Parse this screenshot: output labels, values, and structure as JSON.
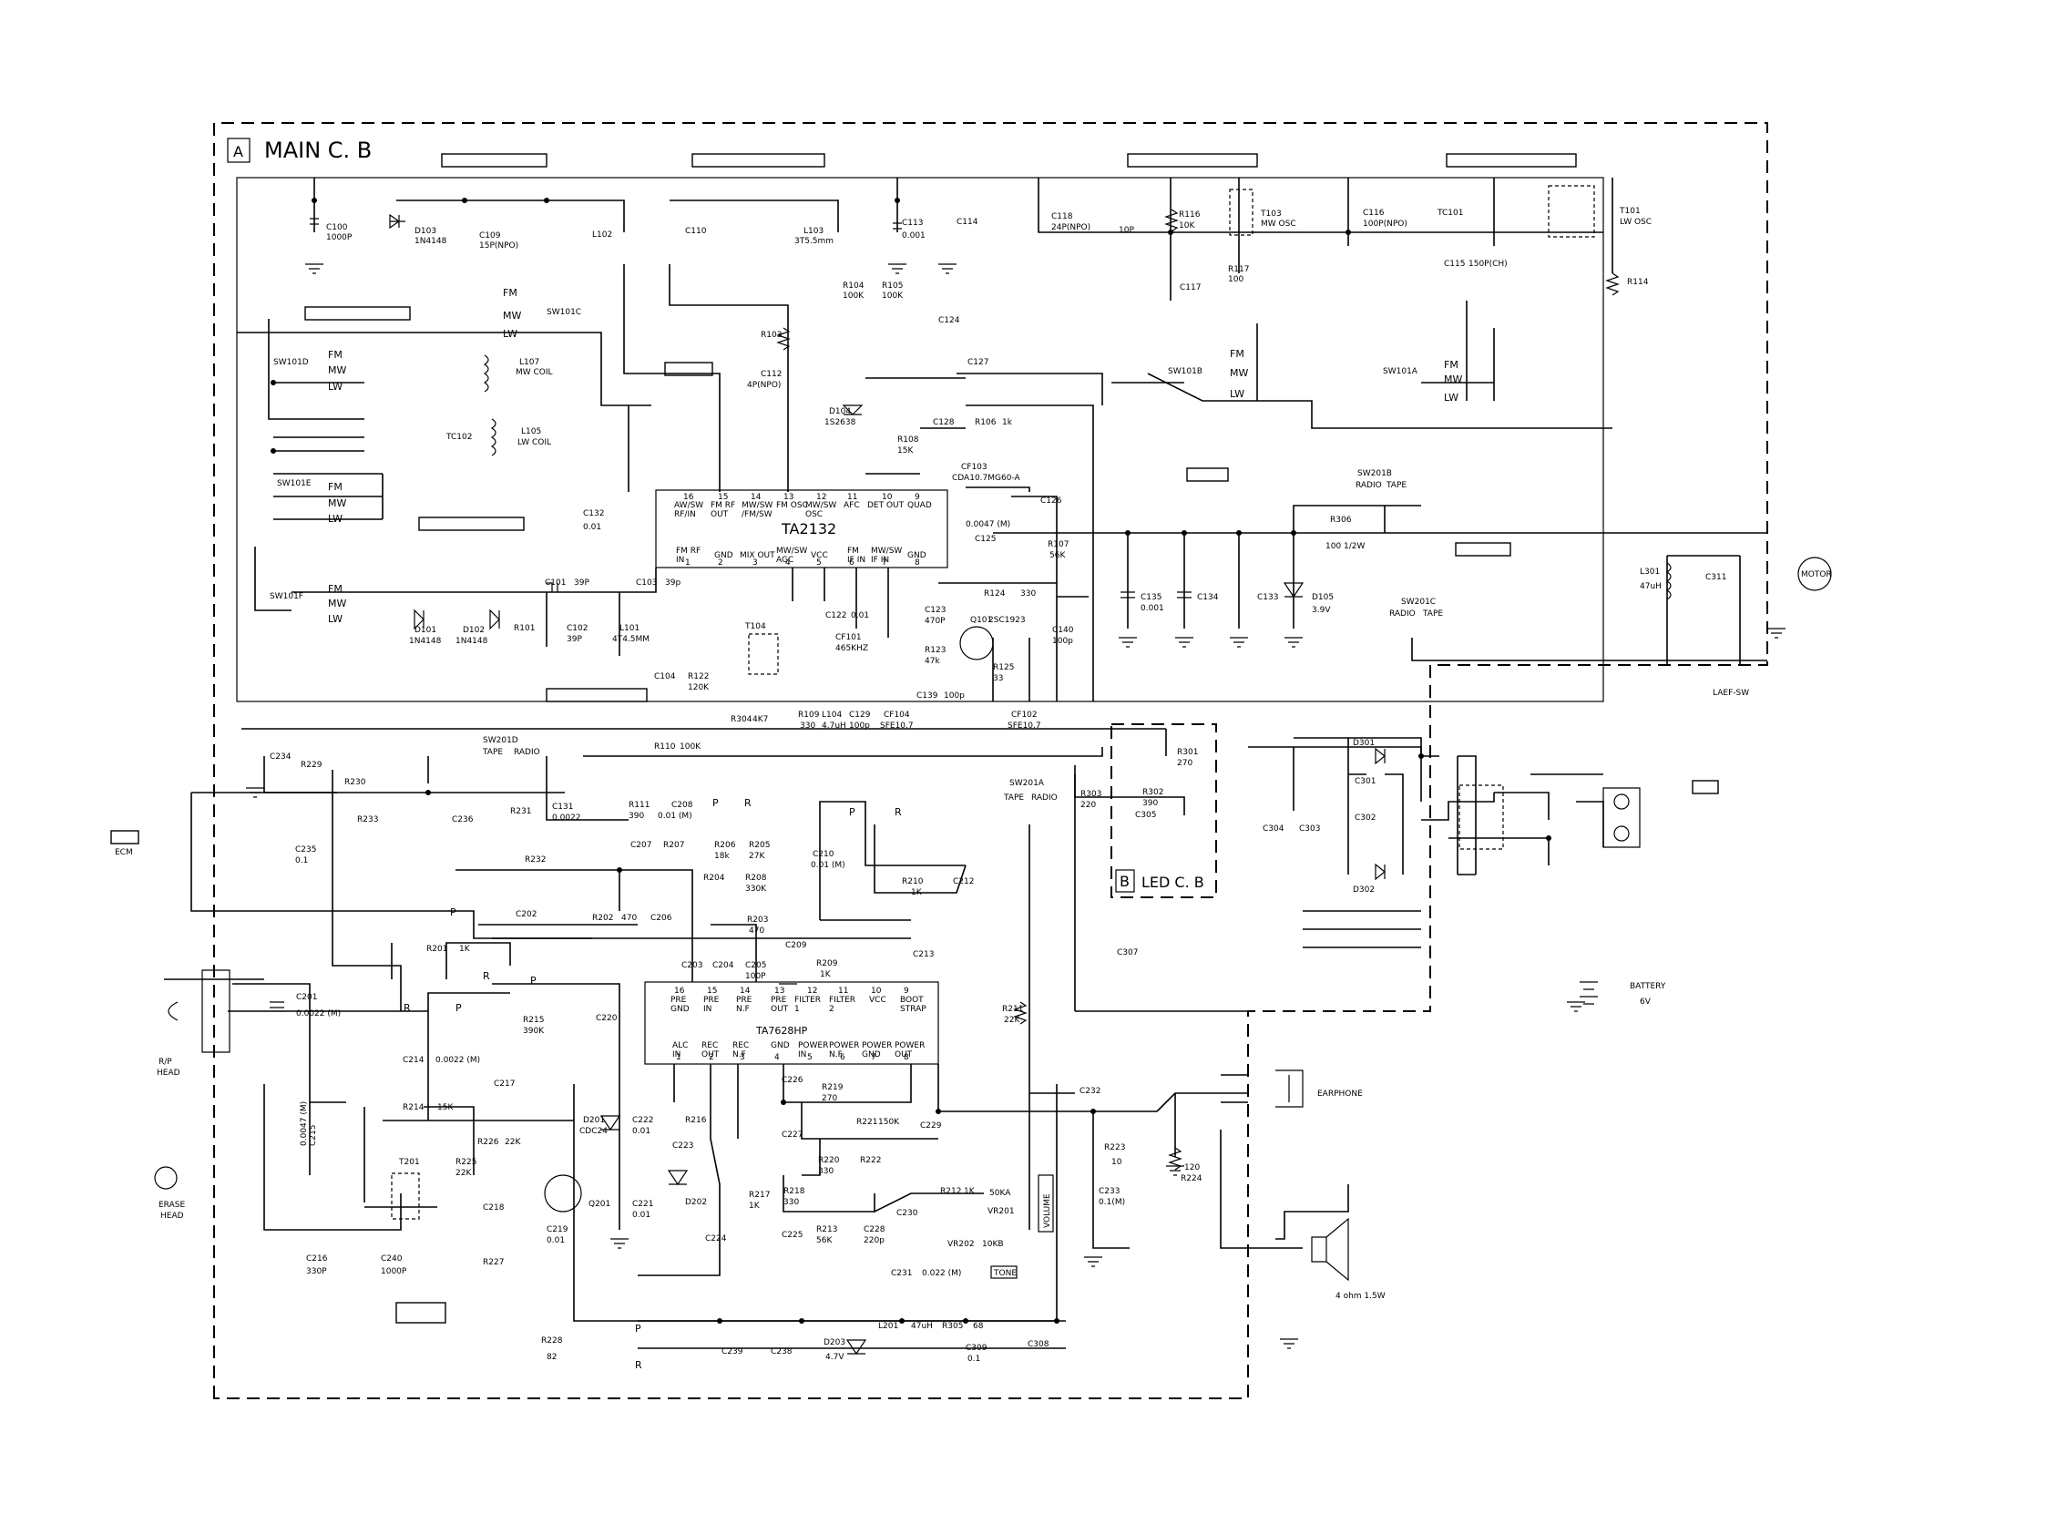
{
  "boards": {
    "main": {
      "tag": "A",
      "title": "MAIN C. B"
    },
    "led": {
      "tag": "B",
      "title": "LED C. B"
    }
  },
  "ics": {
    "u1": {
      "name": "TA2132",
      "top_pins": [
        {
          "no": "16",
          "label": "AW/SW\nRF/IN"
        },
        {
          "no": "15",
          "label": "FM RF\nOUT"
        },
        {
          "no": "14",
          "label": "MW/SW\n/FM/SW"
        },
        {
          "no": "13",
          "label": "FM OSC\n"
        },
        {
          "no": "12",
          "label": "MW/SW\nOSC"
        },
        {
          "no": "11",
          "label": "AFC"
        },
        {
          "no": "10",
          "label": "DET OUT"
        },
        {
          "no": "9",
          "label": "QUAD"
        }
      ],
      "bottom_pins": [
        {
          "no": "1",
          "label": "FM RF\nIN"
        },
        {
          "no": "2",
          "label": "GND"
        },
        {
          "no": "3",
          "label": "MIX OUT"
        },
        {
          "no": "4",
          "label": "MW/SW\nAGC"
        },
        {
          "no": "5",
          "label": "VCC"
        },
        {
          "no": "6",
          "label": "FM\nIF IN"
        },
        {
          "no": "7",
          "label": "MW/SW\nIF IN"
        },
        {
          "no": "8",
          "label": "GND"
        }
      ]
    },
    "u2": {
      "name": "TA7628HP",
      "top_pins": [
        {
          "no": "16",
          "label": "PRE\nGND"
        },
        {
          "no": "15",
          "label": "PRE\nIN"
        },
        {
          "no": "14",
          "label": "PRE\nN.F"
        },
        {
          "no": "13",
          "label": "PRE\nOUT"
        },
        {
          "no": "12",
          "label": "FILTER\n1"
        },
        {
          "no": "11",
          "label": "FILTER\n2"
        },
        {
          "no": "10",
          "label": "VCC"
        },
        {
          "no": "9",
          "label": "BOOT\nSTRAP"
        }
      ],
      "bottom_pins": [
        {
          "no": "1",
          "label": "ALC\nIN"
        },
        {
          "no": "2",
          "label": "REC\nOUT"
        },
        {
          "no": "3",
          "label": "REC\nN.F"
        },
        {
          "no": "4",
          "label": "GND"
        },
        {
          "no": "5",
          "label": "POWER\nIN"
        },
        {
          "no": "6",
          "label": "POWER\nN.F"
        },
        {
          "no": "7",
          "label": "POWER\nGND"
        },
        {
          "no": "8",
          "label": "POWER\nOUT"
        }
      ]
    }
  },
  "switch_bands": {
    "fm": "FM",
    "mw": "MW",
    "lw": "LW"
  },
  "switch_modes": {
    "radio": "RADIO",
    "tape": "TAPE",
    "p": "P",
    "r": "R"
  },
  "switches": {
    "sw101a": "SW101A",
    "sw101b": "SW101B",
    "sw101c": "SW101C",
    "sw101d": "SW101D",
    "sw101e": "SW101E",
    "sw101f": "SW101F",
    "sw201a": "SW201A",
    "sw201b": "SW201B",
    "sw201c": "SW201C",
    "sw201d": "SW201D",
    "laef": "LAEF-SW"
  },
  "components": {
    "c100": [
      "C100",
      "1000P"
    ],
    "d103": [
      "D103",
      "1N4148"
    ],
    "c109": [
      "C109",
      "15P(NPO)"
    ],
    "l102": [
      "L102"
    ],
    "c110": [
      "C110"
    ],
    "l103": [
      "L103",
      "3T5.5mm"
    ],
    "c113": [
      "C113",
      "0.001"
    ],
    "c114": [
      "C114"
    ],
    "c118": [
      "C118",
      "24P(NPO)"
    ],
    "c118b": [
      "10P"
    ],
    "r116": [
      "R116",
      "10K"
    ],
    "t103": [
      "T103",
      "MW OSC"
    ],
    "r117": [
      "R117",
      "100"
    ],
    "c117": [
      "C117"
    ],
    "c116": [
      "C116",
      "100P(NPO)"
    ],
    "tc101": [
      "TC101"
    ],
    "c115": [
      "C115",
      "150P(CH)"
    ],
    "t101": [
      "T101",
      "LW OSC"
    ],
    "r114": [
      "R114"
    ],
    "r104": [
      "R104",
      "100K"
    ],
    "r105": [
      "R105",
      "100K"
    ],
    "c124": [
      "C124"
    ],
    "r103": [
      "R103"
    ],
    "c112": [
      "C112",
      "4P(NPO)"
    ],
    "c127": [
      "C127"
    ],
    "d104": [
      "D104",
      "1S2638"
    ],
    "c128": [
      "C128"
    ],
    "r106": [
      "R106",
      "1k"
    ],
    "r108": [
      "R108",
      "15K"
    ],
    "cf103": [
      "CF103",
      "CDA10.7MG60-A"
    ],
    "l107": [
      "L107",
      "MW COIL"
    ],
    "l105": [
      "L105",
      "LW COIL"
    ],
    "tc102": [
      "TC102"
    ],
    "c132": [
      "C132",
      "0.01"
    ],
    "c125": [
      "0.0047 (M)",
      "C125"
    ],
    "c126": [
      "C126"
    ],
    "r107": [
      "R107",
      "56K"
    ],
    "r306": [
      "R306",
      "100 1/2W"
    ],
    "c135": [
      "C135",
      "0.001"
    ],
    "c134": [
      "C134"
    ],
    "c133": [
      "C133"
    ],
    "d105": [
      "D105",
      "3.9V"
    ],
    "l301": [
      "L301",
      "47uH"
    ],
    "c311": [
      "C311"
    ],
    "motor": [
      "MOTOR"
    ],
    "c101": [
      "C101",
      "39P"
    ],
    "c103": [
      "C103",
      "39p"
    ],
    "d101": [
      "D101",
      "1N4148"
    ],
    "d102": [
      "D102",
      "1N4148"
    ],
    "r101": [
      "R101"
    ],
    "c102": [
      "C102",
      "39P"
    ],
    "l101": [
      "L101",
      "4T4.5MM"
    ],
    "c104": [
      "C104"
    ],
    "r122": [
      "R122",
      "120K"
    ],
    "t104": [
      "T104"
    ],
    "c122": [
      "C122",
      "0.01"
    ],
    "c123": [
      "C123",
      "470P"
    ],
    "cf101": [
      "CF101",
      "465KHZ"
    ],
    "r124": [
      "R124",
      "330"
    ],
    "q101": [
      "Q101",
      "2SC1923"
    ],
    "c140": [
      "C140",
      "100p"
    ],
    "r123": [
      "R123",
      "47k"
    ],
    "r125": [
      "R125",
      "33"
    ],
    "r109": [
      "R109",
      "330"
    ],
    "l104": [
      "L104",
      "4.7uH"
    ],
    "c129": [
      "C129",
      "100p"
    ],
    "c139": [
      "C139",
      "100p"
    ],
    "cf104": [
      "CF104",
      "SFE10.7"
    ],
    "cf102": [
      "CF102",
      "SFE10.7"
    ],
    "r304": [
      "R304",
      "4K7"
    ],
    "c234": [
      "C234"
    ],
    "r229": [
      "R229"
    ],
    "r230": [
      "R230"
    ],
    "r233": [
      "R233"
    ],
    "c236": [
      "C236"
    ],
    "r231": [
      "R231"
    ],
    "c131": [
      "C131",
      "0.0022"
    ],
    "r110": [
      "R110",
      "100K"
    ],
    "r111": [
      "R111",
      "390"
    ],
    "c208": [
      "C208",
      "0.01 (M)"
    ],
    "r206": [
      "R206",
      "18k"
    ],
    "r205": [
      "R205",
      "27K"
    ],
    "c207": [
      "C207"
    ],
    "r207": [
      "R207"
    ],
    "r204": [
      "R204"
    ],
    "r208": [
      "R208",
      "330K"
    ],
    "r232": [
      "R232"
    ],
    "c210": [
      "C210",
      "0.01 (M)"
    ],
    "r210": [
      "R210",
      "1K"
    ],
    "c212": [
      "C212"
    ],
    "c235": [
      "C235",
      "0.1"
    ],
    "ecm": [
      "ECM"
    ],
    "c202": [
      "C202"
    ],
    "r202": [
      "R202",
      "470"
    ],
    "c206": [
      "C206"
    ],
    "r203": [
      "R203",
      "470"
    ],
    "r201": [
      "R201",
      "1K"
    ],
    "c203": [
      "C203"
    ],
    "c204": [
      "C204"
    ],
    "c205": [
      "C205",
      "100P"
    ],
    "c209": [
      "C209"
    ],
    "r209": [
      "R209",
      "1K"
    ],
    "c213": [
      "C213"
    ],
    "c201": [
      "C201",
      "0.0022 (M)"
    ],
    "rphead": [
      "R/P",
      "HEAD"
    ],
    "r215": [
      "R215",
      "390K"
    ],
    "c220": [
      "C220"
    ],
    "c214": [
      "C214",
      "0.0022 (M)"
    ],
    "r214": [
      "R214",
      "15K"
    ],
    "c217": [
      "C217"
    ],
    "d201": [
      "D201",
      "CDC24"
    ],
    "c222": [
      "C222",
      "0.01"
    ],
    "r216": [
      "R216"
    ],
    "c223": [
      "C223"
    ],
    "c226": [
      "C226"
    ],
    "r219": [
      "R219",
      "270"
    ],
    "c227": [
      "C227"
    ],
    "r221": [
      "R221",
      "150K"
    ],
    "c229": [
      "C229"
    ],
    "r220": [
      "R220",
      "330"
    ],
    "r222": [
      "R222"
    ],
    "r211": [
      "R211",
      "22K"
    ],
    "c232": [
      "C232"
    ],
    "earphone": [
      "EARPHONE"
    ],
    "r223": [
      "R223",
      "10"
    ],
    "r224": [
      "120",
      "R224"
    ],
    "c233": [
      "C233",
      "0.1(M)"
    ],
    "c215": [
      "C215",
      "0.0047 (M)"
    ],
    "t201": [
      "T201"
    ],
    "r226": [
      "R226",
      "22K"
    ],
    "r225": [
      "R225",
      "22K"
    ],
    "c218": [
      "C218"
    ],
    "q201": [
      "Q201"
    ],
    "c219": [
      "C219",
      "0.01"
    ],
    "r227": [
      "R227"
    ],
    "c221": [
      "C221",
      "0.01"
    ],
    "d202": [
      "D202"
    ],
    "r217": [
      "R217",
      "1K"
    ],
    "r218": [
      "R218",
      "330"
    ],
    "c224": [
      "C224"
    ],
    "c225": [
      "C225"
    ],
    "r213": [
      "R213",
      "56K"
    ],
    "c228": [
      "C228",
      "220p"
    ],
    "c230": [
      "C230"
    ],
    "r212": [
      "R212",
      "1K"
    ],
    "vr201": [
      "50KA",
      "VR201"
    ],
    "volume": [
      "VOLUME"
    ],
    "vr202": [
      "VR202",
      "10KB"
    ],
    "tone": [
      "TONE"
    ],
    "c231": [
      "C231",
      "0.022 (M)"
    ],
    "erase": [
      "ERASE",
      "HEAD"
    ],
    "c216": [
      "C216",
      "330P"
    ],
    "c240": [
      "C240",
      "1000P"
    ],
    "r228": [
      "R228",
      "82"
    ],
    "c239": [
      "C239"
    ],
    "c238": [
      "C238"
    ],
    "d203": [
      "D203",
      "4.7V"
    ],
    "l201": [
      "L201",
      "47uH"
    ],
    "r305": [
      "R305",
      "68"
    ],
    "c309": [
      "C309",
      "0.1"
    ],
    "c308": [
      "C308"
    ],
    "speaker": [
      "4 ohm 1.5W"
    ],
    "r303": [
      "R303",
      "220"
    ],
    "r301": [
      "R301",
      "270"
    ],
    "r302": [
      "R302",
      "390"
    ],
    "c305": [
      "C305"
    ],
    "c307": [
      "C307"
    ],
    "c304": [
      "C304"
    ],
    "c303": [
      "C303"
    ],
    "d301": [
      "D301"
    ],
    "c301": [
      "C301"
    ],
    "c302": [
      "C302"
    ],
    "d302": [
      "D302"
    ],
    "battery": [
      "BATTERY",
      "6V"
    ]
  }
}
